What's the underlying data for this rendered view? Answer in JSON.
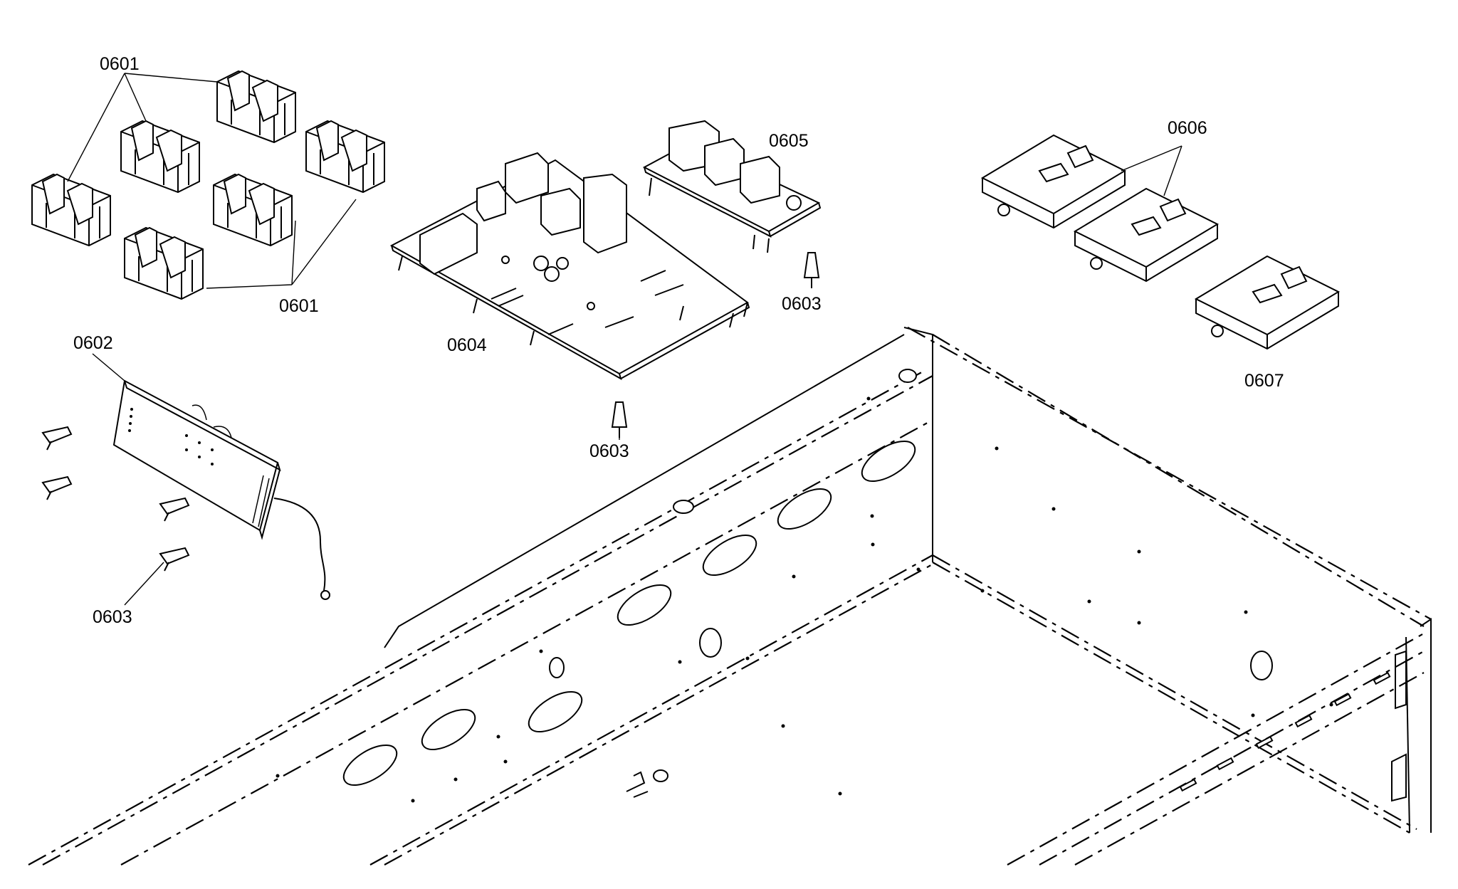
{
  "diagram": {
    "callouts": [
      {
        "id": "c0601a",
        "text": "0601"
      },
      {
        "id": "c0601b",
        "text": "0601"
      },
      {
        "id": "c0602",
        "text": "0602"
      },
      {
        "id": "c0603a",
        "text": "0603"
      },
      {
        "id": "c0603b",
        "text": "0603"
      },
      {
        "id": "c0603c",
        "text": "0603"
      },
      {
        "id": "c0604",
        "text": "0604"
      },
      {
        "id": "c0605",
        "text": "0605"
      },
      {
        "id": "c0606",
        "text": "0606"
      },
      {
        "id": "c0607",
        "text": "0607"
      }
    ]
  }
}
